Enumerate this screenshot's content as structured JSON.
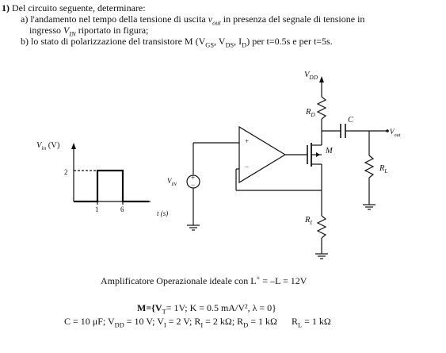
{
  "problem": {
    "number": "1)",
    "intro": "Del circuito seguente, determinare:",
    "part_a_line1": "a) l'andamento nel tempo della tensione di uscita",
    "vout_sym": "v",
    "vout_sub": "out",
    "part_a_line1_tail": "in presenza del segnale di tensione in",
    "part_a_line2_head": "ingresso",
    "vin_sym": "V",
    "vin_sub": "IN",
    "part_a_line2_tail": "riportato in figura;",
    "part_b": "b) lo stato di polarizzazione del transistore M (V",
    "part_b_gs": "GS",
    "part_b_mid1": ", V",
    "part_b_ds": "DS",
    "part_b_mid2": ", I",
    "part_b_d": "D",
    "part_b_tail": ") per t=0.5s e per t=5s."
  },
  "graph": {
    "ylabel": "V",
    "ylabel_sub": "in",
    "ylabel_unit": "(V)",
    "ytick": "2",
    "xtick1": "1",
    "xtick2": "6",
    "xlabel": "t (s)"
  },
  "circuit": {
    "vdd": "V",
    "vdd_sub": "DD",
    "rd": "R",
    "rd_sub": "D",
    "cap": "C",
    "vout": "V",
    "vout_sub": "out",
    "mosfet": "M",
    "rl": "R",
    "rl_sub": "L",
    "ri": "R",
    "ri_sub": "I",
    "vin": "V",
    "vin_sub": "IN",
    "plus": "+",
    "minus": "−"
  },
  "specs": {
    "opamp_line": "Amplificatore Operazionale ideale con L",
    "opamp_sup": "+",
    "opamp_tail": " = –L = 12V",
    "m_params": "M={V",
    "m_params_t": "T",
    "m_params_tail": "= 1V; K = 0.5 mA/V², λ = 0}",
    "values_line": "C = 10 μF; V",
    "values_dd": "DD",
    "values_mid": " = 10 V; V",
    "values_i": "I",
    "values_mid2": " = 2 V; R",
    "values_ri": "I",
    "values_mid3": " = 2 kΩ; R",
    "values_rd": "D",
    "values_mid4": " = 1 kΩ",
    "values_rl_pre": "R",
    "values_rl": "L",
    "values_tail": " = 1 kΩ"
  }
}
